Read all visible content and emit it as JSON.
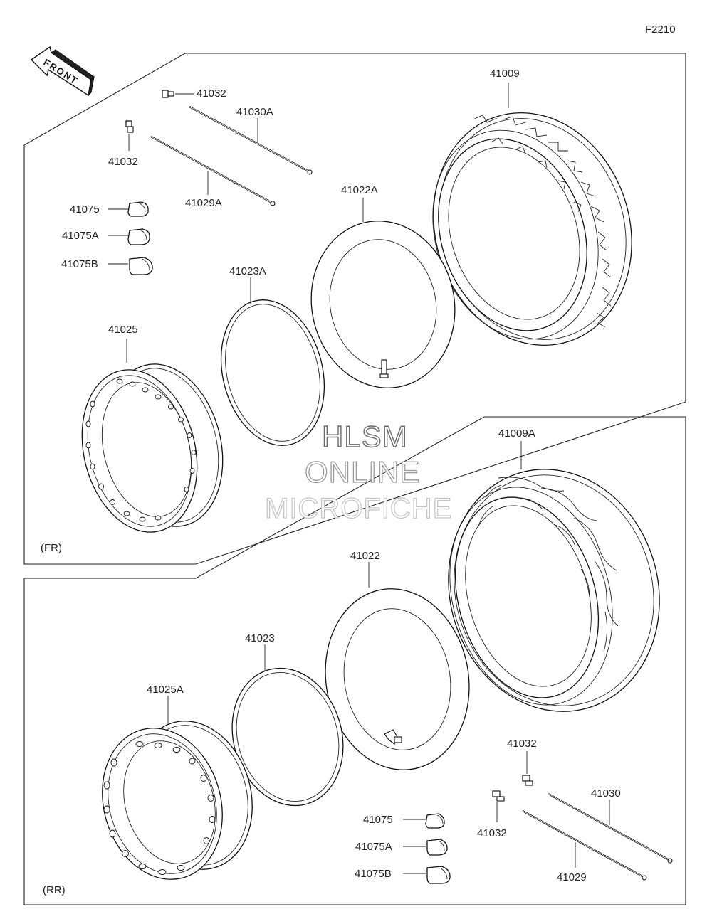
{
  "figure_code": "F2210",
  "front_label": "FRONT",
  "sections": {
    "front": "(FR)",
    "rear": "(RR)"
  },
  "watermark": {
    "line1": "HLSM",
    "line2": "ONLINE",
    "line3": "MICROFICHE"
  },
  "parts": {
    "front_tire": "41009",
    "front_tube": "41022A",
    "front_rim_band": "41023A",
    "front_rim": "41025",
    "front_spoke_upper": "41030A",
    "front_spoke_lower": "41029A",
    "front_nipple_upper": "41032",
    "front_nipple_lower": "41032",
    "front_weight": "41075",
    "front_weight_a": "41075A",
    "front_weight_b": "41075B",
    "rear_tire": "41009A",
    "rear_tube": "41022",
    "rear_rim_band": "41023",
    "rear_rim": "41025A",
    "rear_spoke_upper": "41030",
    "rear_spoke_lower": "41029",
    "rear_nipple_upper": "41032",
    "rear_nipple_lower": "41032",
    "rear_weight": "41075",
    "rear_weight_a": "41075A",
    "rear_weight_b": "41075B"
  }
}
